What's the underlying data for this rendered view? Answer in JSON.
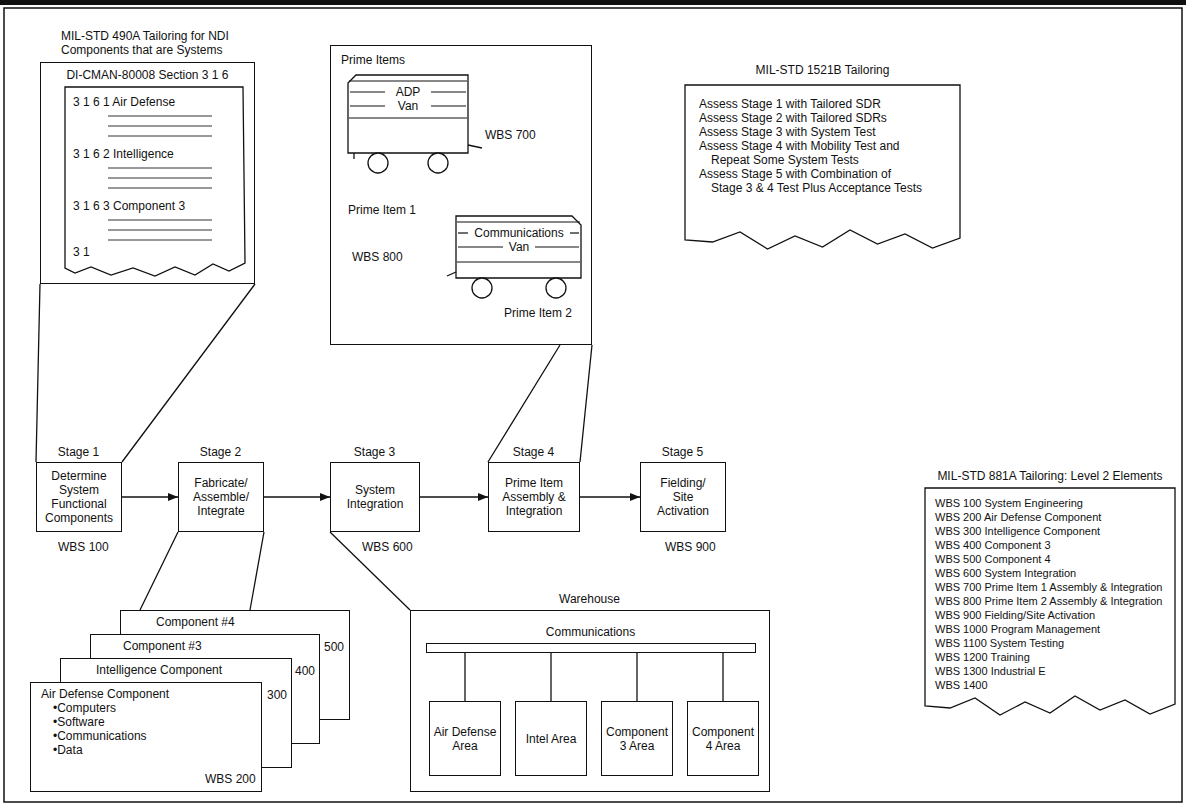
{
  "diagram": {
    "nodes": [
      {
        "text": [
          "MIL-STD 490A Tailoring for NDI Components that are Systems",
          "DI-CMAN-80008 Section 3 1 6"
        ]
      },
      {
        "text": [
          "3 1 6 1 Air Defense",
          "3 1 6 2 Intelligence",
          "3 1 6 3 Component 3",
          "3 1"
        ],
        "in": 0
      },
      {
        "text": [
          "Prime Items"
        ]
      },
      {
        "text": [
          "ADP Van",
          "Prime Item 1"
        ],
        "in": 2
      },
      {
        "text": [
          "Communications Van",
          "Prime Item 2"
        ],
        "in": 2
      },
      {
        "text": [
          "MIL-STD 1521B Tailoring",
          "Assess Stage 1 with Tailored SDR",
          "Assess Stage 2 with Tailored SDRs",
          "Assess Stage 3 with System Test",
          "Assess Stage 4 with Mobility Test and Repeat Some System Tests",
          "Assess Stage 5 with Combination of Stage 3 & 4 Test Plus Acceptance Tests"
        ]
      },
      {
        "text": [
          "Stage 1",
          "Determine System Functional Components"
        ]
      },
      {
        "text": [
          "Stage 2",
          "Fabricate/ Assemble/ Integrate"
        ]
      },
      {
        "text": [
          "Stage 3",
          "System Integration"
        ]
      },
      {
        "text": [
          "Stage 4",
          "Prime Item Assembly & Integration"
        ]
      },
      {
        "text": [
          "Stage 5",
          "Fielding/ Site Activation"
        ]
      },
      {
        "text": [
          "MIL-STD 881A Tailoring: Level 2 Elements",
          "WBS 100 System Engineering",
          "WBS 200 Air Defense Component",
          "WBS 300 Intelligence Component",
          "WBS 400 Component 3",
          "WBS 500 Component 4",
          "WBS 600 System Integration",
          "WBS 700 Prime Item 1 Assembly & Integration",
          "WBS 800 Prime Item 2 Assembly & Integration",
          "WBS 900 Fielding/Site Activation",
          "WBS 1000 Program Management",
          "WBS 1100 System Testing",
          "WBS 1200 Training",
          "WBS 1300 Industrial E",
          "WBS 1400"
        ]
      },
      {
        "text": [
          "Component #4"
        ]
      },
      {
        "text": [
          "Component #3"
        ]
      },
      {
        "text": [
          "Intelligence Component"
        ]
      },
      {
        "text": [
          "Air Defense Component",
          "•Computers",
          "•Software",
          "•Communications",
          "•Data"
        ]
      },
      {
        "text": [
          "Warehouse"
        ]
      },
      {
        "text": [
          "Communications"
        ],
        "in": 16
      },
      {
        "text": [
          "Air Defense Area"
        ],
        "in": 16
      },
      {
        "text": [
          "Intel Area"
        ],
        "in": 16
      },
      {
        "text": [
          "Component 3 Area"
        ],
        "in": 16
      },
      {
        "text": [
          "Component 4 Area"
        ],
        "in": 16
      }
    ],
    "edges": [
      {
        "from": 0,
        "to": 6,
        "arrow": "none"
      },
      {
        "from": 6,
        "to": 7,
        "arrow": "to"
      },
      {
        "from": 7,
        "to": 8,
        "arrow": "to"
      },
      {
        "from": 8,
        "to": 9,
        "arrow": "to"
      },
      {
        "from": 9,
        "to": 10,
        "arrow": "to"
      },
      {
        "from": 7,
        "to": 12,
        "arrow": "none"
      },
      {
        "from": 8,
        "to": 16,
        "arrow": "none"
      },
      {
        "from": 2,
        "to": 9,
        "arrow": "none"
      },
      {
        "from": 17,
        "to": 18,
        "arrow": "none"
      },
      {
        "from": 17,
        "to": 19,
        "arrow": "none"
      },
      {
        "from": 17,
        "to": 20,
        "arrow": "none"
      },
      {
        "from": 17,
        "to": 21,
        "arrow": "none"
      }
    ],
    "labels": [
      "WBS 700",
      "WBS 800",
      "WBS 100",
      "WBS 600",
      "WBS 900",
      "500",
      "400",
      "300",
      "WBS 200"
    ]
  }
}
